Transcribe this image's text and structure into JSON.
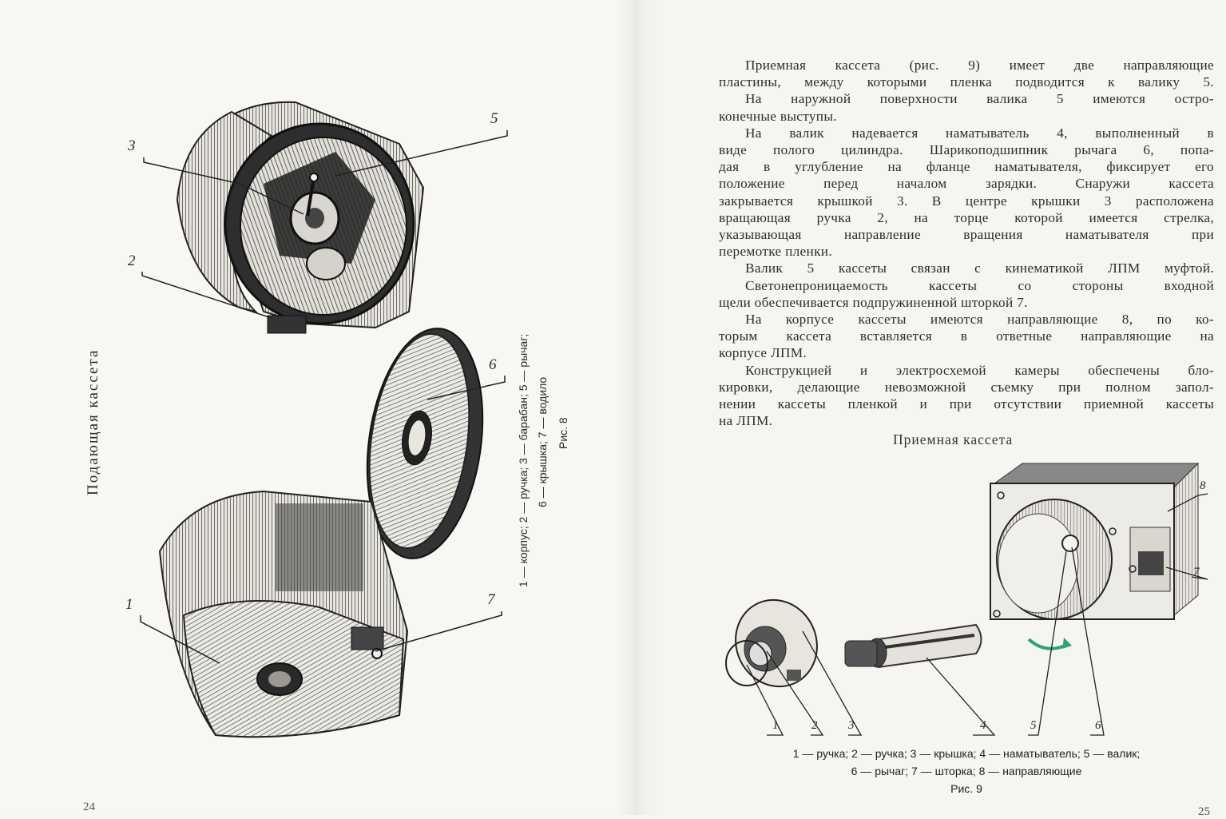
{
  "left_page": {
    "title": "Подающая кассета",
    "caption_line1": "1 — корпус;  2 — ручка;  3 — барабан;  5 — рычаг;",
    "caption_line2": "6 — крышка;  7 — водило",
    "caption_fig": "Рис. 8",
    "labels": [
      "1",
      "2",
      "3",
      "5",
      "6",
      "7"
    ],
    "page_number": "24"
  },
  "right_page": {
    "paragraphs": [
      "Приемная кассета (рис. 9) имеет две направляющие",
      "пластины, между которыми пленка подводится к валику 5.",
      "На наружной поверхности валика 5 имеются остро-",
      "конечные выступы.",
      "На валик надевается наматыватель 4, выполненный в",
      "виде полого цилиндра. Шарикоподшипник рычага 6, попа-",
      "дая в углубление на фланце наматывателя, фиксирует его",
      "положение перед началом зарядки. Снаружи кассета",
      "закрывается крышкой 3. В центре крышки 3 расположена",
      "вращающая ручка 2, на торце которой имеется стрелка,",
      "указывающая направление вращения наматывателя при",
      "перемотке пленки.",
      "Валик 5 кассеты связан с кинематикой ЛПМ муфтой.",
      "Светонепроницаемость кассеты со стороны входной",
      "щели обеспечивается подпружиненной шторкой 7.",
      "На корпусе кассеты имеются направляющие 8, по ко-",
      "торым кассета вставляется в ответные направляющие на",
      "корпусе ЛПМ.",
      "Конструкцией и электросхемой камеры обеспечены бло-",
      "кировки, делающие невозможной съемку при полном запол-",
      "нении кассеты пленкой и при отсутствии приемной кассеты",
      "на ЛПМ."
    ],
    "section_title": "Приемная кассета",
    "labels": [
      "1",
      "2",
      "3",
      "4",
      "5",
      "6",
      "7",
      "8"
    ],
    "caption_line1": "1 — ручка;  2 — ручка;  3 — крышка;  4 — наматыватель;  5 — валик;",
    "caption_line2": "6 — рычаг;  7 — шторка;  8 — направляющие",
    "caption_fig": "Рис. 9",
    "page_number": "25"
  }
}
